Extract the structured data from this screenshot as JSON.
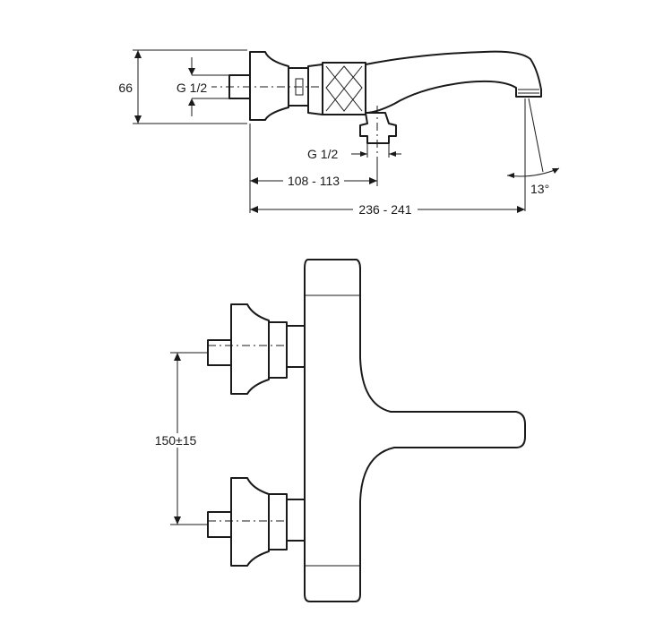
{
  "dimensions": {
    "height": "66",
    "thread_inlet": "G 1/2",
    "thread_outlet": "G 1/2",
    "offset": "108 - 113",
    "total_length": "236 - 241",
    "spout_angle": "13°",
    "inlet_spacing": "150±15"
  }
}
